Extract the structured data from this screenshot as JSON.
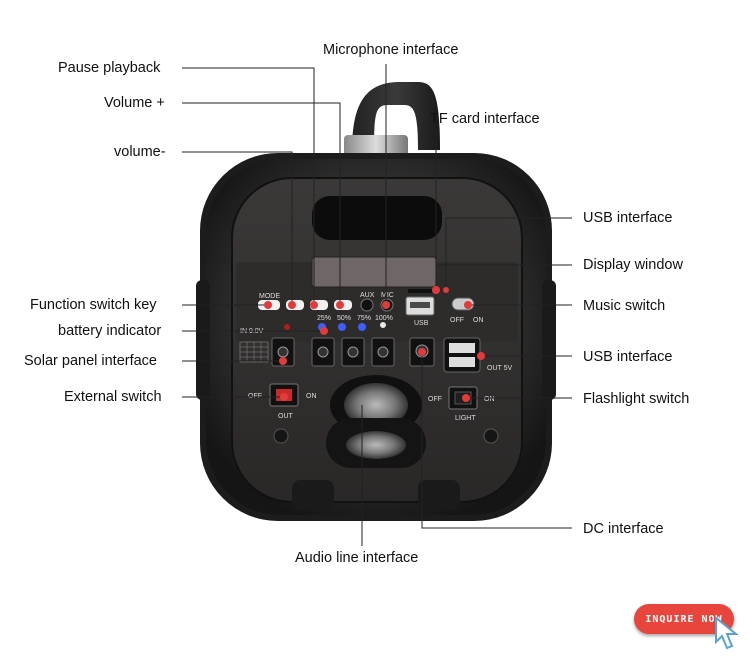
{
  "labels": {
    "pause_playback": "Pause playback",
    "volume_plus": "Volume +",
    "volume_minus": "volume-",
    "function_switch_key": "Function switch key",
    "battery_indicator": "battery indicator",
    "solar_panel_interface": "Solar panel interface",
    "external_switch": "External switch",
    "microphone_interface": "Microphone interface",
    "tf_card_interface": "TF card interface",
    "usb_interface_top": "USB interface",
    "display_window": "Display window",
    "music_switch": "Music switch",
    "usb_interface_bottom": "USB interface",
    "flashlight_switch": "Flashlight switch",
    "dc_interface": "DC interface",
    "audio_line_interface": "Audio line interface"
  },
  "panel": {
    "mode": "MODE",
    "aux": "AUX",
    "mic": "MIC",
    "usb": "USB",
    "off": "OFF",
    "on": "ON",
    "in_voltage": "IN  9.0V",
    "pct_25": "25%",
    "pct_50": "50%",
    "pct_75": "75%",
    "pct_100": "100%",
    "out_5v": "OUT  5V",
    "ext_off": "OFF",
    "ext_on": "ON",
    "ext_out": "OUT",
    "light_off": "OFF",
    "light_on": "ON",
    "light": "LIGHT"
  },
  "button": {
    "inquire": "INQUIRE NOW"
  },
  "colors": {
    "accent_red": "#e23b3b",
    "led_blue": "#3c5dff",
    "body_dark": "#2a2a2a"
  }
}
